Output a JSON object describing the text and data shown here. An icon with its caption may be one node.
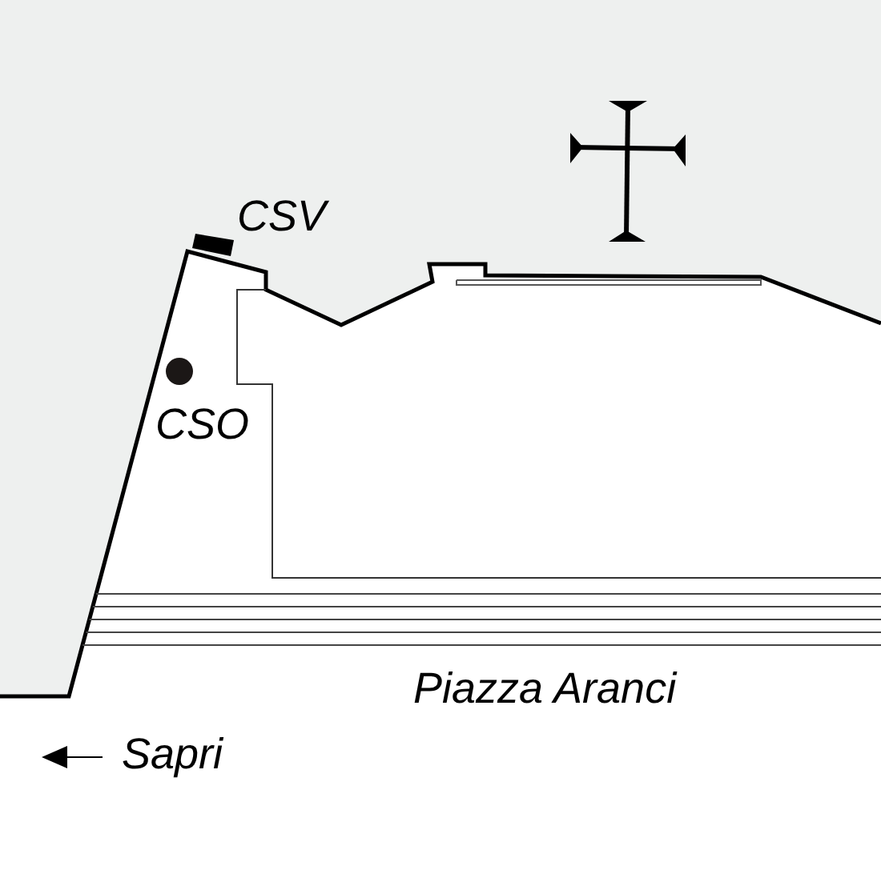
{
  "diagram": {
    "labels": [
      "CSV",
      "CSO",
      "Piazza Aranci",
      "Sapri"
    ]
  }
}
